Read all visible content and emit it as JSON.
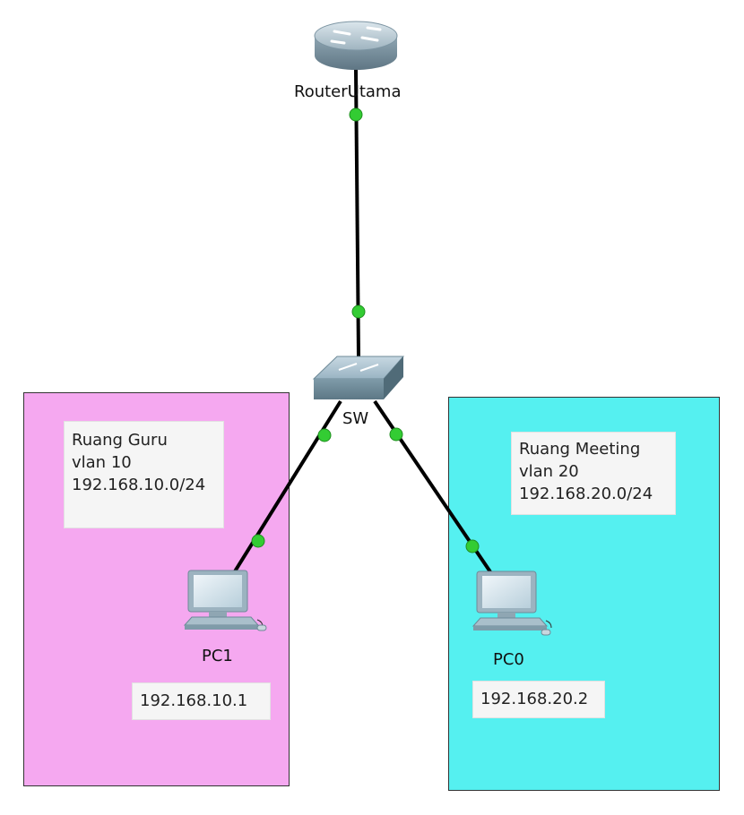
{
  "devices": {
    "router": {
      "label": "RouterUtama",
      "icon": "router-icon"
    },
    "switch": {
      "label": "SW",
      "icon": "switch-icon"
    },
    "pc1": {
      "label": "PC1",
      "icon": "pc-icon",
      "ip": "192.168.10.1"
    },
    "pc0": {
      "label": "PC0",
      "icon": "pc-icon",
      "ip": "192.168.20.2"
    }
  },
  "zones": {
    "guru": {
      "line1": "Ruang Guru",
      "line2": "vlan 10",
      "line3": "192.168.10.0/24",
      "color": "#f5a8f0"
    },
    "meeting": {
      "line1": "Ruang Meeting",
      "line2": "vlan 20",
      "line3": "192.168.20.0/24",
      "color": "#55f0f0"
    }
  },
  "colors": {
    "link": "#000000",
    "link_light": "#33cc33"
  }
}
